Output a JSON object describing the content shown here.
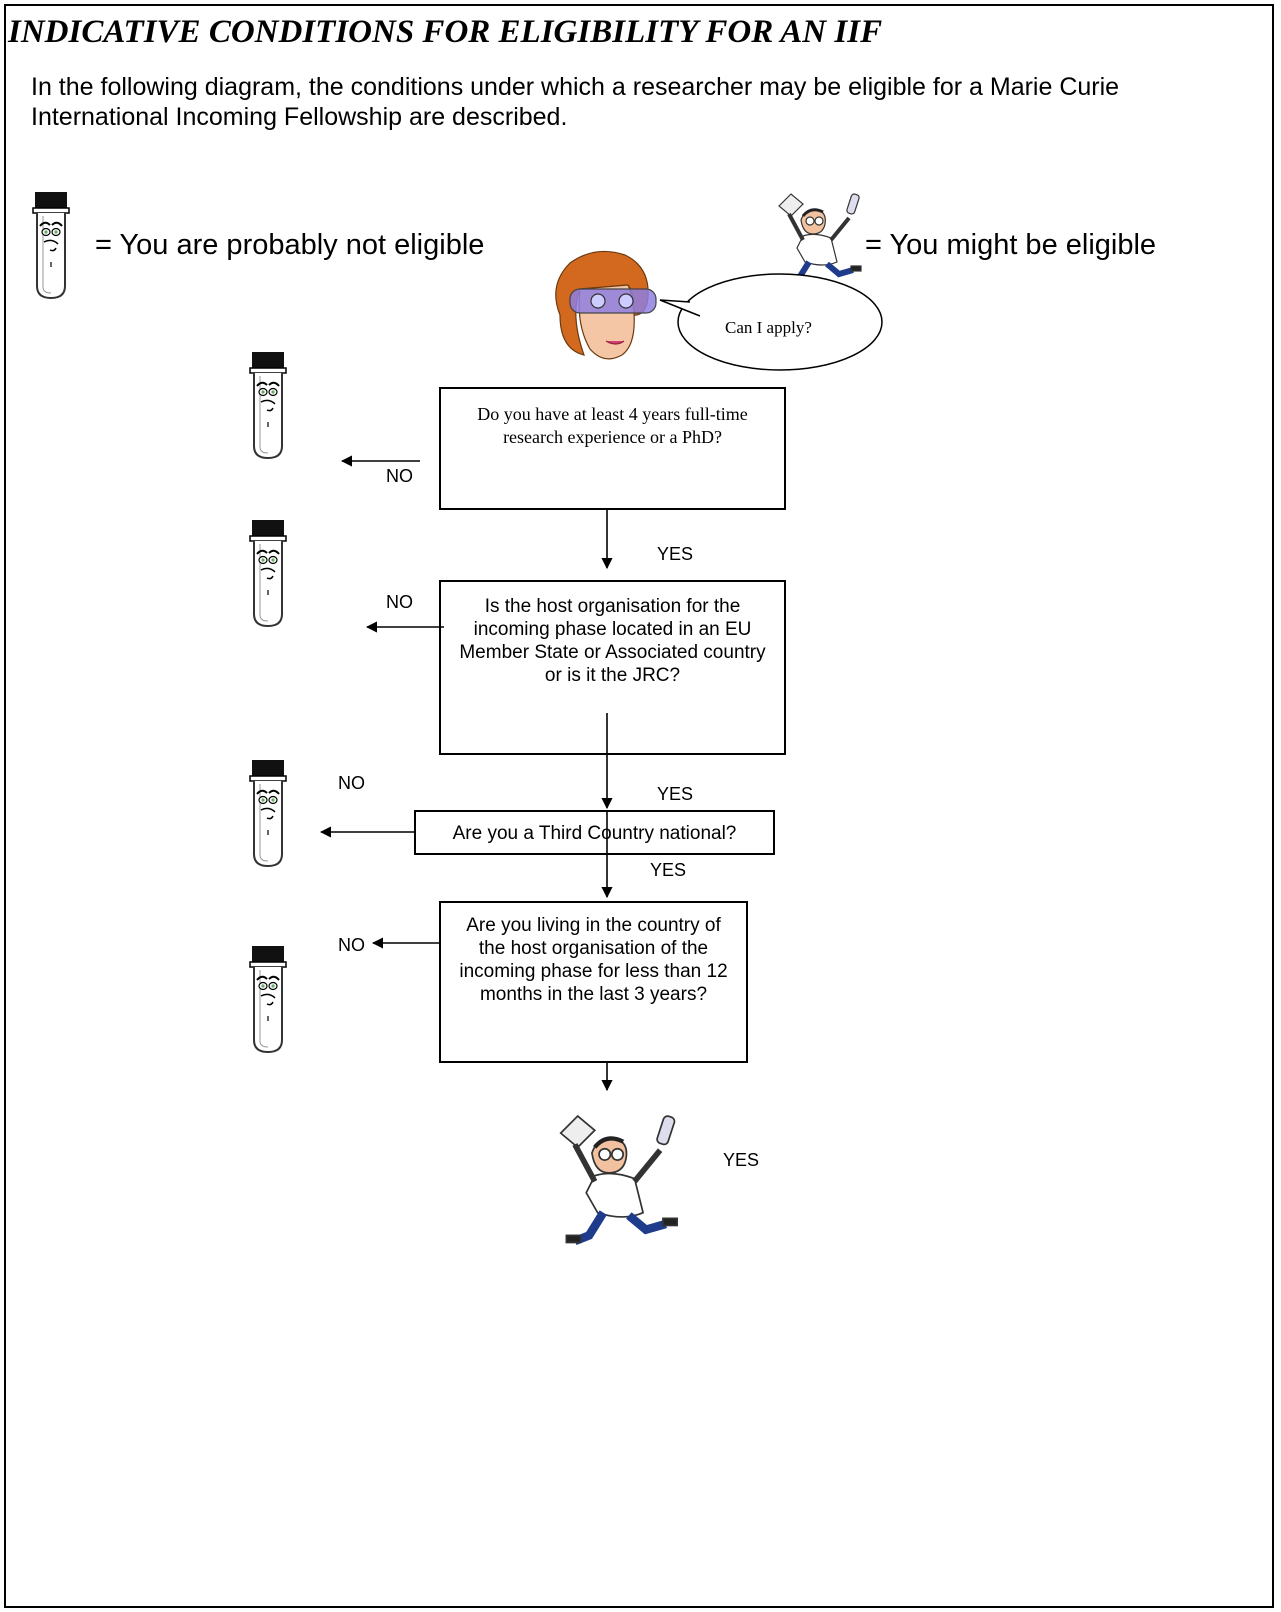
{
  "title": "INDICATIVE CONDITIONS FOR ELIGIBILITY FOR AN IIF",
  "intro": "In the following diagram, the conditions under which a researcher may be eligible for a Marie Curie International Incoming Fellowship are described.",
  "legend": {
    "not_eligible_text": "= You are probably not eligible",
    "might_be_eligible_text": "= You might be eligible"
  },
  "speech_bubble": "Can I apply?",
  "questions": {
    "q1": "Do you have at least 4 years full-time research experience or  a PhD?",
    "q2": "Is the host organisation for the incoming phase located in an EU Member State or Associated country or is it the JRC?",
    "q3": "Are you a Third Country national?",
    "q4": "Are you living in the country of the host organisation of the incoming phase for less than 12 months in the last 3 years?"
  },
  "labels": {
    "no": "NO",
    "yes": "YES"
  },
  "colors": {
    "ink": "#000000",
    "hair": "#d2691e",
    "skin": "#f5c6a5",
    "goggles": "#8f7fe0",
    "coat": "#ffffff",
    "trousers": "#1f3b8c"
  },
  "icons": {
    "not_eligible": "test-tube-icon",
    "might_be_eligible": "running-scientist-icon",
    "applicant": "woman-with-goggles-icon"
  }
}
